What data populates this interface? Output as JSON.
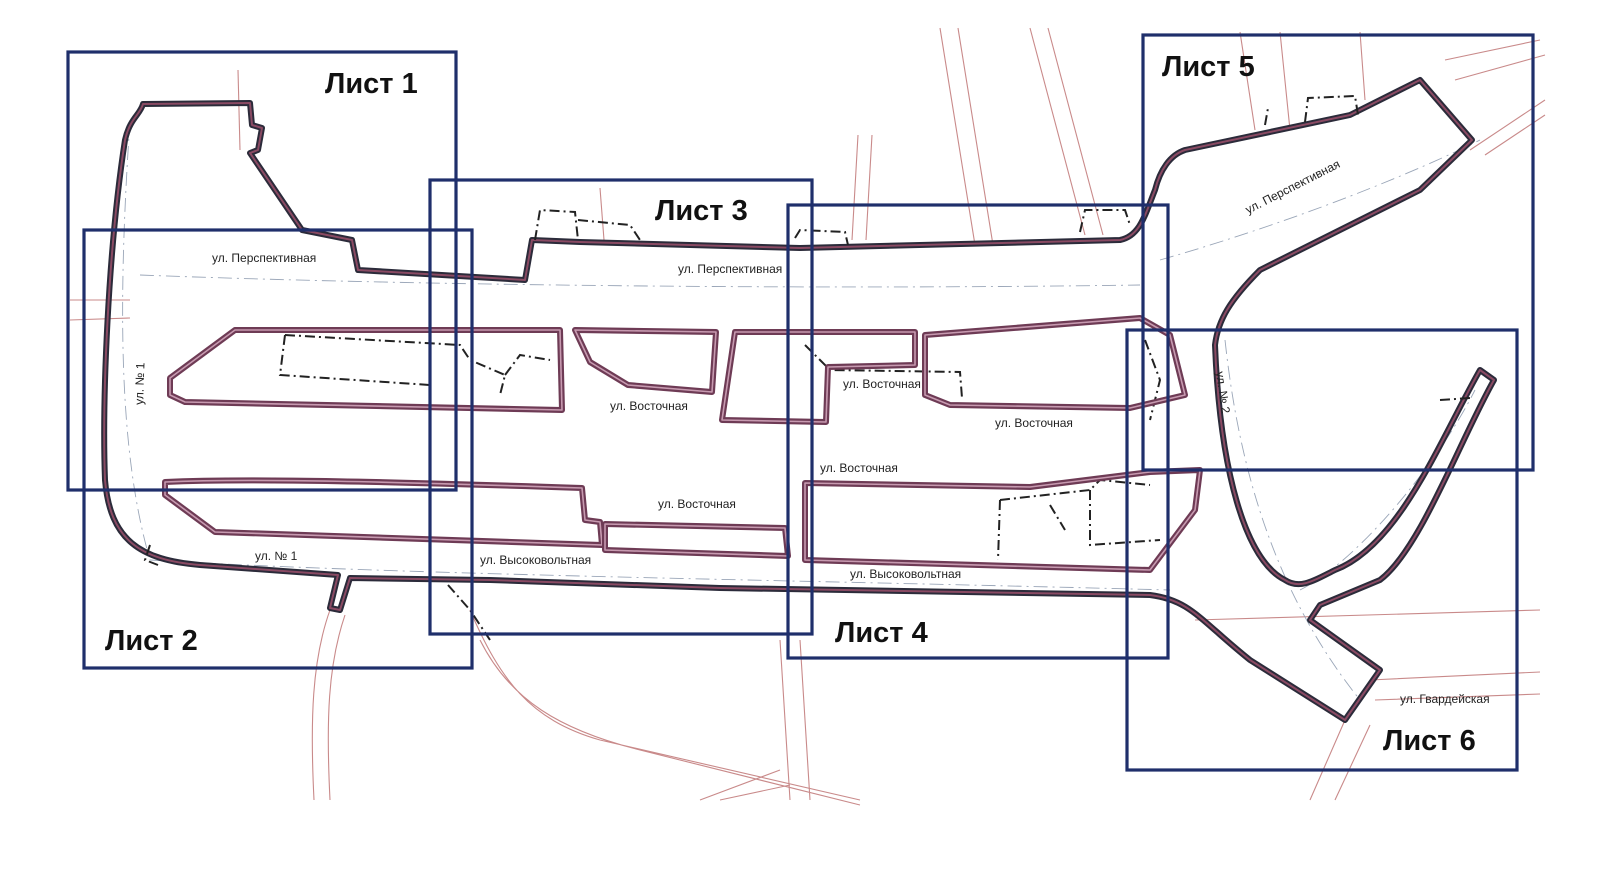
{
  "sheets": [
    {
      "id": "sheet-1",
      "label": "Лист 1"
    },
    {
      "id": "sheet-2",
      "label": "Лист 2"
    },
    {
      "id": "sheet-3",
      "label": "Лист 3"
    },
    {
      "id": "sheet-4",
      "label": "Лист 4"
    },
    {
      "id": "sheet-5",
      "label": "Лист 5"
    },
    {
      "id": "sheet-6",
      "label": "Лист 6"
    }
  ],
  "streets": {
    "perspektivnaya_1": "ул. Перспективная",
    "perspektivnaya_2": "ул. Перспективная",
    "perspektivnaya_3": "ул. Перспективная",
    "vostochnaya_1": "ул. Восточная",
    "vostochnaya_2": "ул. Восточная",
    "vostochnaya_3": "ул. Восточная",
    "vostochnaya_4": "ул. Восточная",
    "vostochnaya_5": "ул. Восточная",
    "vysokovoltnaya_1": "ул. Высоковольтная",
    "vysokovoltnaya_2": "ул. Высоковольтная",
    "no1_vertical": "ул. № 1",
    "no1_horizontal": "ул. № 1",
    "no2_vertical": "ул. № 2",
    "gvardeyskaya": "ул. Гвардейская"
  },
  "colors": {
    "sheet_frame": "#1f2f6b",
    "boundary": "#2b2b3a",
    "block_outline": "#6e3b55",
    "background_roads": "#c98a8a"
  }
}
